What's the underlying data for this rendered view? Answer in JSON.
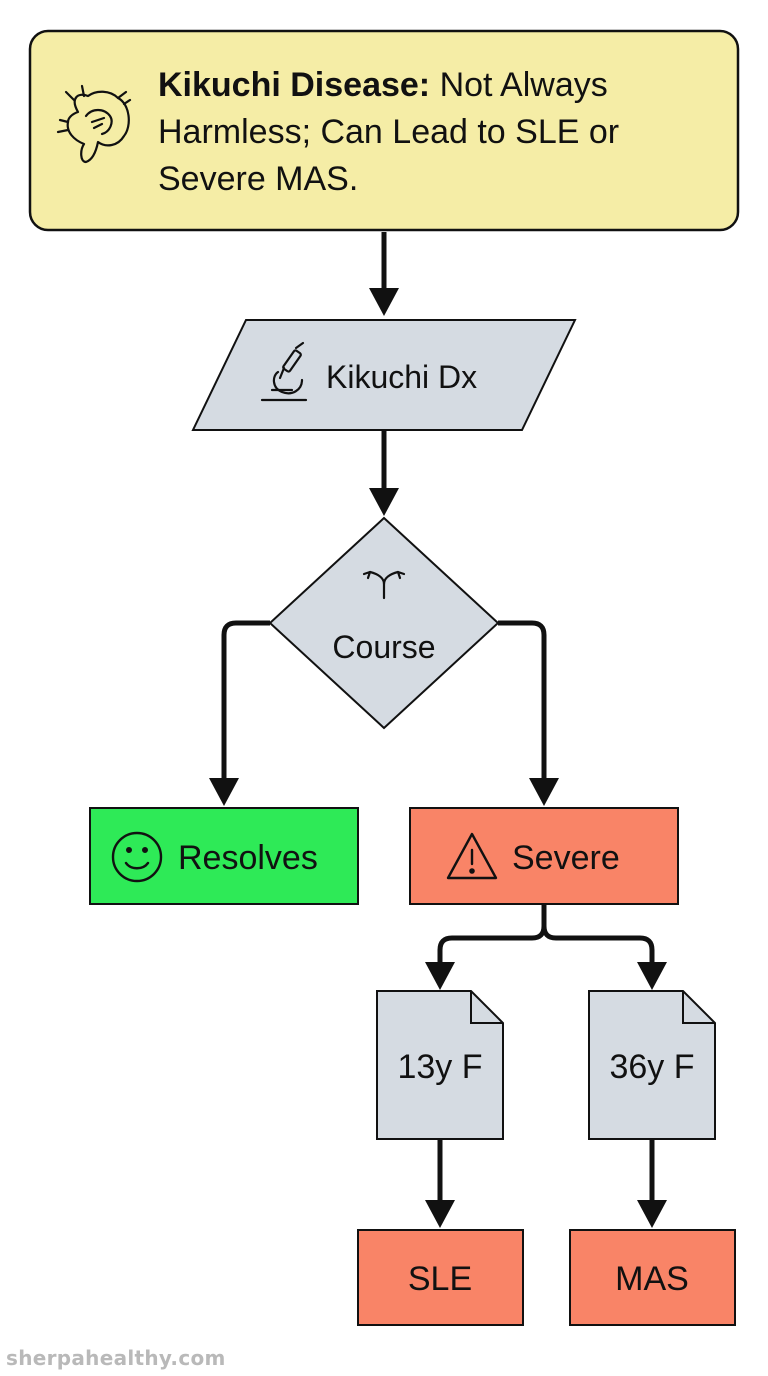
{
  "header": {
    "title_bold": "Kikuchi Disease:",
    "title_rest": " Not Always Harmless; Can Lead to SLE or Severe MAS.",
    "icon": "lymph-node-icon"
  },
  "nodes": {
    "dx": {
      "label": "Kikuchi Dx",
      "icon": "microscope-icon"
    },
    "course": {
      "label": "Course",
      "icon": "split-arrows-icon"
    },
    "resolves": {
      "label": "Resolves",
      "icon": "smiley-icon"
    },
    "severe": {
      "label": "Severe",
      "icon": "warning-icon"
    },
    "case1": {
      "label": "13y F"
    },
    "case2": {
      "label": "36y F"
    },
    "sle": {
      "label": "SLE"
    },
    "mas": {
      "label": "MAS"
    }
  },
  "colors": {
    "header_fill": "#f5eda6",
    "gray_fill": "#d5dbe2",
    "green_fill": "#2eea57",
    "red_fill": "#f98467",
    "stroke": "#111111"
  },
  "watermark": "sherpahealthy.com"
}
